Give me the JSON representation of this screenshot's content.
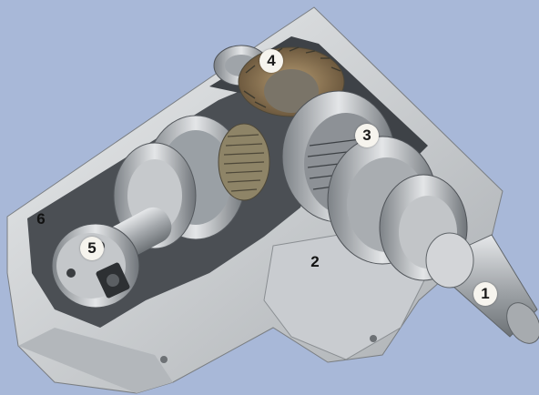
{
  "callouts": [
    {
      "id": "1",
      "label": "1"
    },
    {
      "id": "2",
      "label": "2"
    },
    {
      "id": "3",
      "label": "3"
    },
    {
      "id": "4",
      "label": "4"
    },
    {
      "id": "5",
      "label": "5"
    },
    {
      "id": "6",
      "label": "6"
    }
  ],
  "colors": {
    "background": "#a8b8d8",
    "housing": "#d9dbdd",
    "housing_shadow": "#8f9396",
    "steel": "#b9bcc0",
    "dark_steel": "#5a5e63"
  }
}
